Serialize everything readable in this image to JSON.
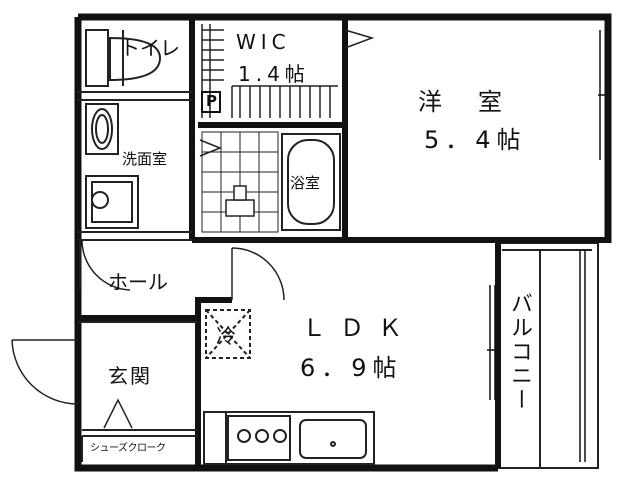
{
  "rooms": {
    "toilet": "トイレ",
    "wic_name": "WIC",
    "wic_size": "1.4帖",
    "pipe": "P",
    "western_name": "洋　室",
    "western_size": "5．4帖",
    "washroom": "洗面室",
    "bath": "浴室",
    "hall": "ホール",
    "fridge": "冷",
    "ldk_name": "ＬＤＫ",
    "ldk_size": "6．9帖",
    "balcony": "バルコニー",
    "entrance": "玄関",
    "shoe_closet": "シューズクローク"
  },
  "colors": {
    "wall": "#111111",
    "line": "#222222",
    "background": "#ffffff"
  }
}
